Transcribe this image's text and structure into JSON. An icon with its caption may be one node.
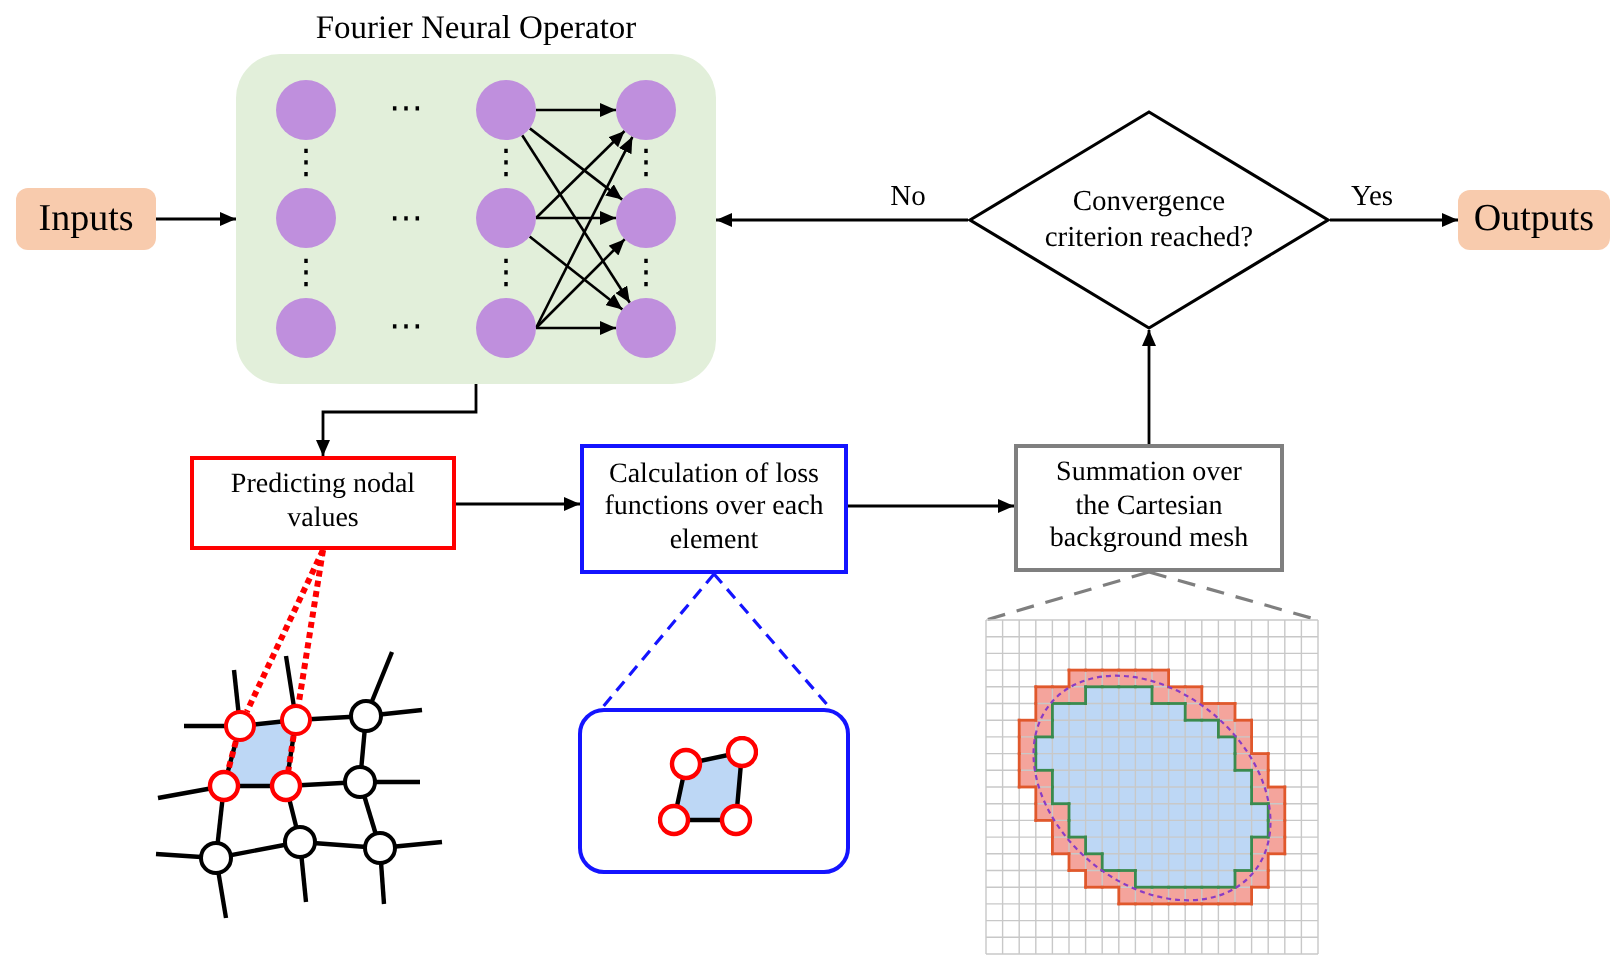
{
  "diagram": {
    "nodes": [
      {
        "text": [
          "Inputs"
        ]
      },
      {
        "text": [
          "Fourier Neural Operator"
        ]
      },
      {
        "text": [],
        "shape": "circle",
        "in": 1
      },
      {
        "text": [],
        "shape": "circle",
        "in": 1
      },
      {
        "text": [],
        "shape": "circle",
        "in": 1
      },
      {
        "text": [],
        "shape": "circle",
        "in": 1
      },
      {
        "text": [],
        "shape": "circle",
        "in": 1
      },
      {
        "text": [],
        "shape": "circle",
        "in": 1
      },
      {
        "text": [],
        "shape": "circle",
        "in": 1
      },
      {
        "text": [],
        "shape": "circle",
        "in": 1
      },
      {
        "text": [],
        "shape": "circle",
        "in": 1
      },
      {
        "text": [
          "Convergence criterion reached?"
        ]
      },
      {
        "text": [
          "Outputs"
        ]
      },
      {
        "text": [
          "Predicting nodal values"
        ]
      },
      {
        "text": [
          "Calculation of loss functions over each element"
        ]
      },
      {
        "text": [
          "Summation over the Cartesian background mesh"
        ]
      },
      {
        "text": [],
        "shape": "picture"
      },
      {
        "text": [],
        "shape": "circle",
        "in": 16
      },
      {
        "text": [],
        "shape": "circle",
        "in": 16
      },
      {
        "text": [],
        "shape": "box"
      },
      {
        "text": [],
        "shape": "picture"
      }
    ],
    "edges": [
      {
        "from": 0,
        "to": 1,
        "arrow": "to"
      },
      {
        "from": 11,
        "to": 1,
        "arrow": "to",
        "label": "No"
      },
      {
        "from": 11,
        "to": 12,
        "arrow": "to",
        "label": "Yes"
      },
      {
        "from": 1,
        "to": 13,
        "arrow": "to"
      },
      {
        "from": 13,
        "to": 14,
        "arrow": "to"
      },
      {
        "from": 14,
        "to": 15,
        "arrow": "to"
      },
      {
        "from": 15,
        "to": 11,
        "arrow": "to"
      },
      {
        "from": 13,
        "to": 17,
        "arrow": "none",
        "style": "dashed",
        "color": "#ff0000"
      },
      {
        "from": 13,
        "to": 18,
        "arrow": "none",
        "style": "dashed",
        "color": "#ff0000"
      },
      {
        "from": 14,
        "to": 19,
        "arrow": "none",
        "style": "dashed",
        "color": "#1414ff"
      },
      {
        "from": 14,
        "to": 19,
        "arrow": "none",
        "style": "dashed",
        "color": "#1414ff"
      },
      {
        "from": 15,
        "to": 20,
        "arrow": "none",
        "style": "dashed",
        "color": "#7f7f7f"
      },
      {
        "from": 15,
        "to": 20,
        "arrow": "none",
        "style": "dashed",
        "color": "#7f7f7f"
      },
      {
        "from": 3,
        "to": 4,
        "arrow": "to"
      },
      {
        "from": 3,
        "to": 7,
        "arrow": "to"
      },
      {
        "from": 3,
        "to": 10,
        "arrow": "to"
      },
      {
        "from": 6,
        "to": 4,
        "arrow": "to"
      },
      {
        "from": 6,
        "to": 7,
        "arrow": "to"
      },
      {
        "from": 6,
        "to": 10,
        "arrow": "to"
      },
      {
        "from": 9,
        "to": 4,
        "arrow": "to"
      },
      {
        "from": 9,
        "to": 7,
        "arrow": "to"
      },
      {
        "from": 9,
        "to": 10,
        "arrow": "to"
      }
    ],
    "labels": [
      "⋯",
      "⋮",
      "⋮",
      "⋮",
      "⋯",
      "⋮",
      "⋮",
      "⋮",
      "⋯"
    ]
  }
}
